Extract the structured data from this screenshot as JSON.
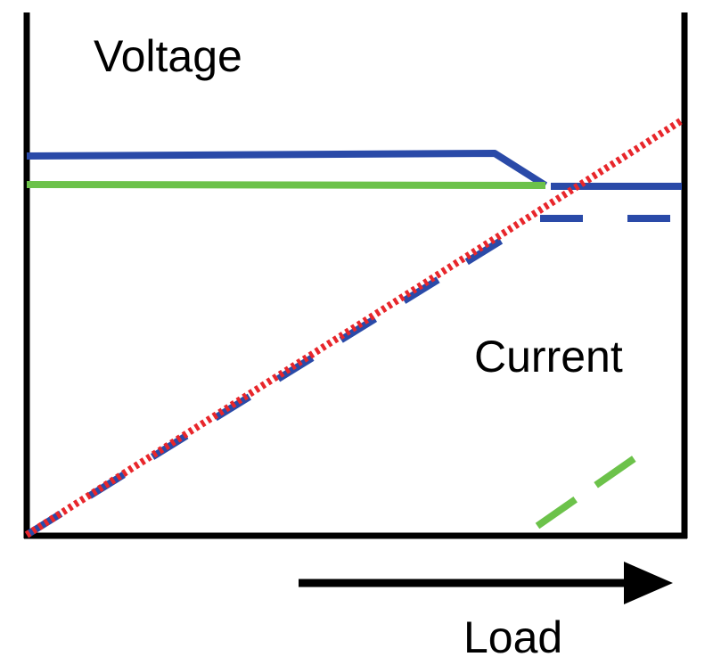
{
  "labels": {
    "voltage": "Voltage",
    "current": "Current",
    "load": "Load"
  },
  "colors": {
    "axes": "#000000",
    "blue": "#2a4aa8",
    "green": "#6cc24a",
    "red": "#e8262b",
    "background": "#ffffff"
  }
}
